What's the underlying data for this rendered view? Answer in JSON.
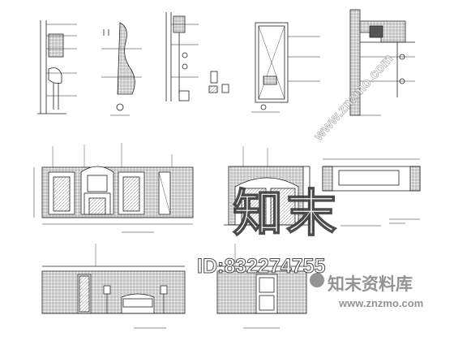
{
  "watermark": {
    "main": "知末",
    "id": "ID:832274755",
    "brand": "知末资料库",
    "site": "www.znzmo.com",
    "diagonal": "www.znzmo.com"
  }
}
